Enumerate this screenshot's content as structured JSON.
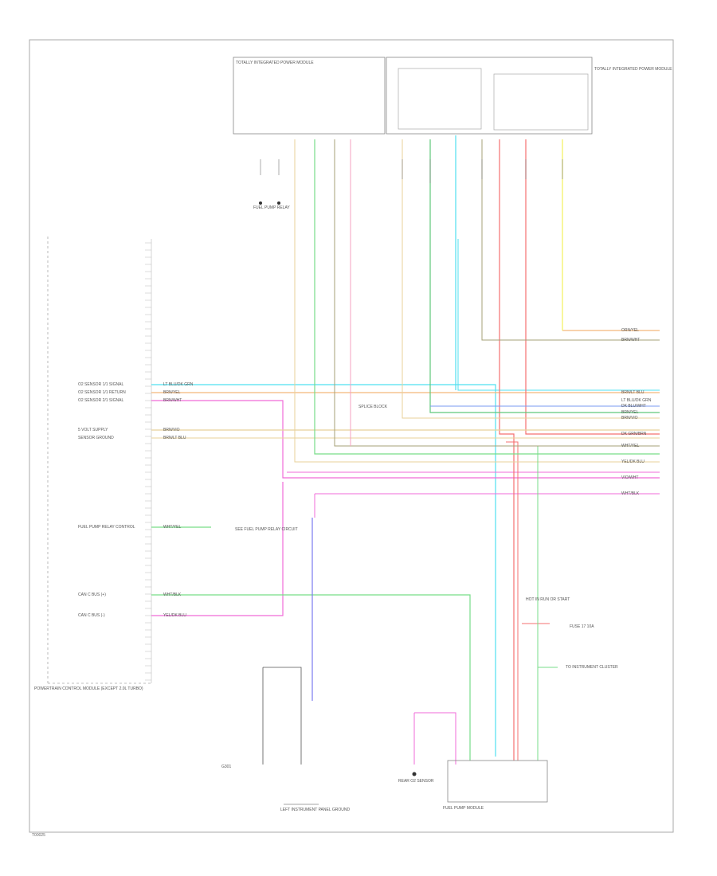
{
  "figure_code": "T00025",
  "modules": {
    "pcm_label": "POWERTRAIN CONTROL MODULE (EXCEPT 2.0L TURBO)",
    "tipm_label": "TOTALLY INTEGRATED POWER MODULE",
    "fuel_pump_module_label": "FUEL PUMP MODULE",
    "fuel_pump_relay_label": "FUEL PUMP RELAY",
    "rear_sensor_label": "REAR O2 SENSOR",
    "left_ground_label": "LEFT INSTRUMENT PANEL GROUND",
    "ground_label": "G301"
  },
  "pcm_pins": [
    {
      "name": "O2 SENSOR 1/1 SIGNAL",
      "wire": "LT BLU/DK GRN"
    },
    {
      "name": "O2 SENSOR 1/1 RETURN",
      "wire": "BRN/YEL"
    },
    {
      "name": "O2 SENSOR 2/1 SIGNAL",
      "wire": "BRN/WHT"
    },
    {
      "name": "5 VOLT SUPPLY",
      "wire": "BRN/VIO"
    },
    {
      "name": "SENSOR GROUND",
      "wire": "BRN/LT BLU"
    },
    {
      "name": "FUEL PUMP RELAY CONTROL",
      "wire": "WHT/YEL"
    },
    {
      "name": "CAN C BUS (+)",
      "wire": "WHT/BLK"
    },
    {
      "name": "CAN C BUS (-)",
      "wire": "YEL/DK BLU"
    }
  ],
  "right_wires": [
    "ORN/YEL",
    "BRN/WHT",
    "BRN/LT BLU",
    "LT BLU/DK GRN",
    "DK BLU/WHT",
    "BRN/YEL",
    "BRN/VIO",
    "DK GRN/BRN",
    "WHT/YEL",
    "YEL/DK BLU",
    "VIO/WHT",
    "WHT/BLK"
  ],
  "callouts": {
    "splice": "SPLICE BLOCK",
    "see_relay": "SEE FUEL PUMP RELAY CIRCUIT",
    "hot_in_run": "HOT IN RUN OR START",
    "fuse": "FUSE 17 10A",
    "to_cluster": "TO INSTRUMENT CLUSTER"
  }
}
